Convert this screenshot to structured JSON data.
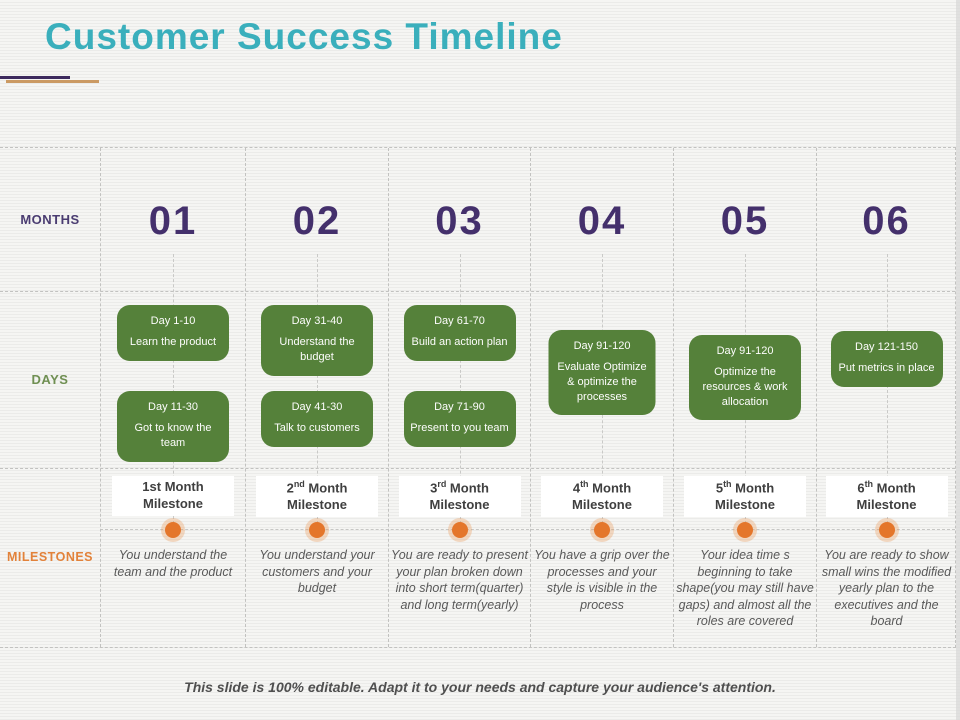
{
  "title": "Customer Success Timeline",
  "row_labels": {
    "months": "MONTHS",
    "days": "DAYS",
    "milestones": "MILESTONES"
  },
  "footer": "This slide is 100% editable. Adapt it to your needs and capture your audience's attention.",
  "colors": {
    "title_teal": "#3aafbc",
    "month_purple": "#44306c",
    "day_box_green": "#55813a",
    "milestone_orange": "#e4762b",
    "days_label_green": "#6f8f52",
    "text_gray": "#595959"
  },
  "columns": [
    {
      "month": "01",
      "boxes": [
        {
          "range": "Day 1-10",
          "desc": "Learn the product"
        },
        {
          "range": "Day 11-30",
          "desc": "Got to know the team"
        }
      ],
      "milestone": {
        "num": "1",
        "ord": "st",
        "rest": " Month Milestone"
      },
      "desc": "You understand the team and the product"
    },
    {
      "month": "02",
      "boxes": [
        {
          "range": "Day 31-40",
          "desc": "Understand the budget"
        },
        {
          "range": "Day 41-30",
          "desc": "Talk to customers"
        }
      ],
      "milestone": {
        "num": "2",
        "ord": "nd",
        "rest": " Month Milestone"
      },
      "desc": "You understand your customers and your budget"
    },
    {
      "month": "03",
      "boxes": [
        {
          "range": "Day 61-70",
          "desc": "Build an action plan"
        },
        {
          "range": "Day 71-90",
          "desc": "Present to you team"
        }
      ],
      "milestone": {
        "num": "3",
        "ord": "rd",
        "rest": " Month Milestone"
      },
      "desc": "You are ready to present your plan broken down into short term(quarter) and long term(yearly)"
    },
    {
      "month": "04",
      "boxes": [
        {
          "range": "Day 91-120",
          "desc": "Evaluate Optimize & optimize the processes"
        }
      ],
      "milestone": {
        "num": "4",
        "ord": "th",
        "rest": " Month Milestone"
      },
      "desc": "You have a grip over the processes and your style is visible in the process"
    },
    {
      "month": "05",
      "boxes": [
        {
          "range": "Day 91-120",
          "desc": "Optimize the resources & work allocation"
        }
      ],
      "milestone": {
        "num": "5",
        "ord": "th",
        "rest": " Month Milestone"
      },
      "desc": "Your idea time s beginning to take shape(you may still have gaps) and almost all the roles are covered"
    },
    {
      "month": "06",
      "boxes": [
        {
          "range": "Day 121-150",
          "desc": "Put metrics in place"
        }
      ],
      "milestone": {
        "num": "6",
        "ord": "th",
        "rest": " Month Milestone"
      },
      "desc": "You are ready to show small wins the modified yearly plan to the executives and the board"
    }
  ]
}
